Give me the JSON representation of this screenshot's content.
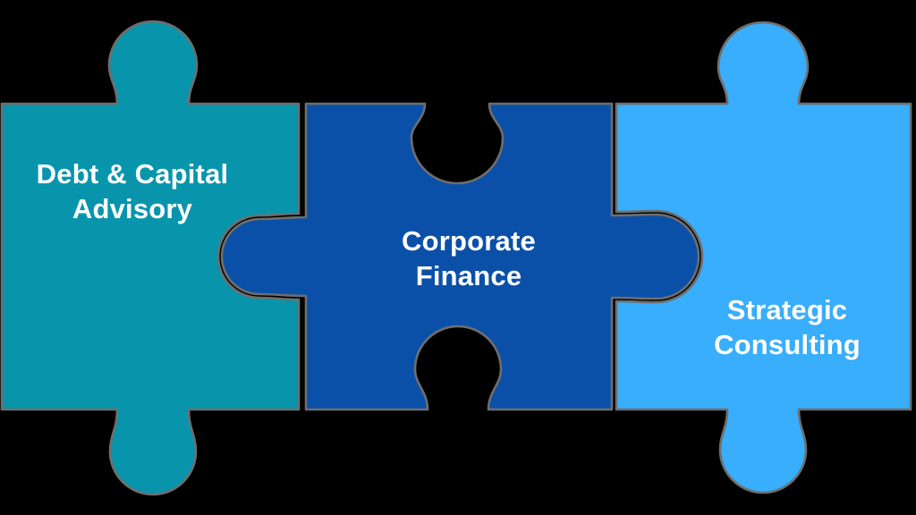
{
  "diagram": {
    "type": "puzzle-pieces",
    "background_color": "#000000",
    "outline_color": "#6e6e6e",
    "text_color": "#ffffff",
    "pieces": [
      {
        "id": "debt-capital-advisory",
        "color": "#0895ac",
        "lines": [
          "Debt & Capital",
          "Advisory"
        ]
      },
      {
        "id": "corporate-finance",
        "color": "#0b50a8",
        "lines": [
          "Corporate",
          "Finance"
        ]
      },
      {
        "id": "strategic-consulting",
        "color": "#38aefc",
        "lines": [
          "Strategic",
          "Consulting"
        ]
      }
    ]
  }
}
